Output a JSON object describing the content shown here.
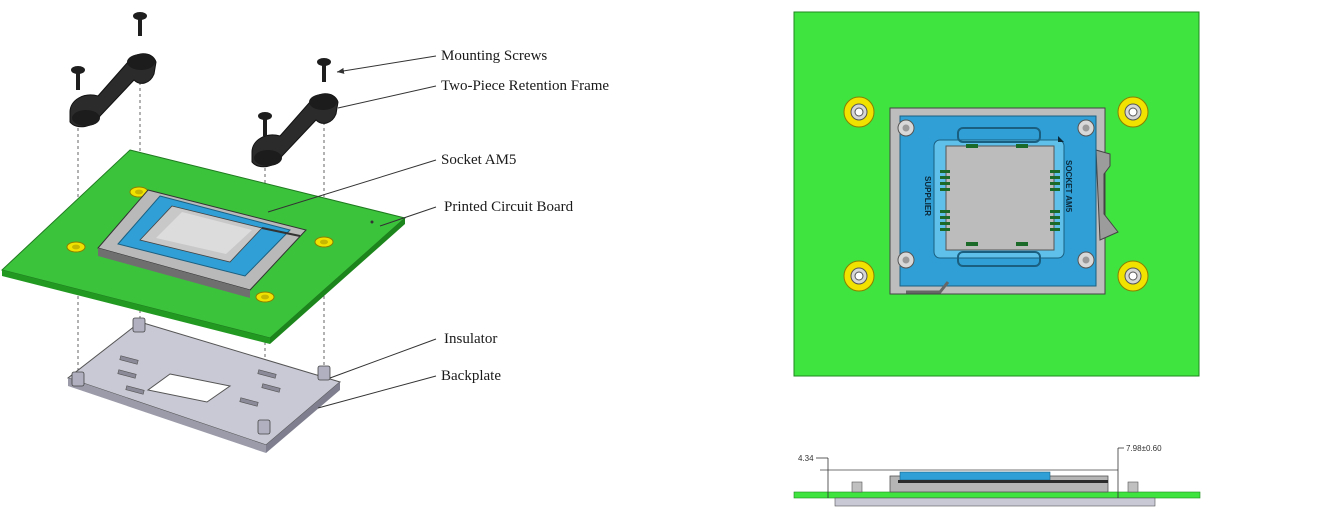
{
  "exploded_view": {
    "callouts": [
      {
        "id": "mounting-screws",
        "text": "Mounting Screws"
      },
      {
        "id": "retention-frame",
        "text": "Two-Piece Retention Frame"
      },
      {
        "id": "socket",
        "text": "Socket AM5"
      },
      {
        "id": "pcb",
        "text": "Printed Circuit Board"
      },
      {
        "id": "insulator",
        "text": "Insulator"
      },
      {
        "id": "backplate",
        "text": "Backplate"
      }
    ]
  },
  "top_view": {
    "socket_labels": {
      "left": "SUPPLIER",
      "right": "SOCKET AM5"
    }
  },
  "side_view": {
    "dimension_left": "4.34",
    "dimension_right": "7.98±0.60"
  },
  "colors": {
    "pcb_green": "#3fe43f",
    "pcb_green_iso": "#3cc33c",
    "socket_blue": "#2f9fd6",
    "frame_black": "#2b2b2b",
    "backplate_grey": "#c9c9d6",
    "mount_yellow": "#f2e200",
    "label_text": "#1a1a1a"
  }
}
